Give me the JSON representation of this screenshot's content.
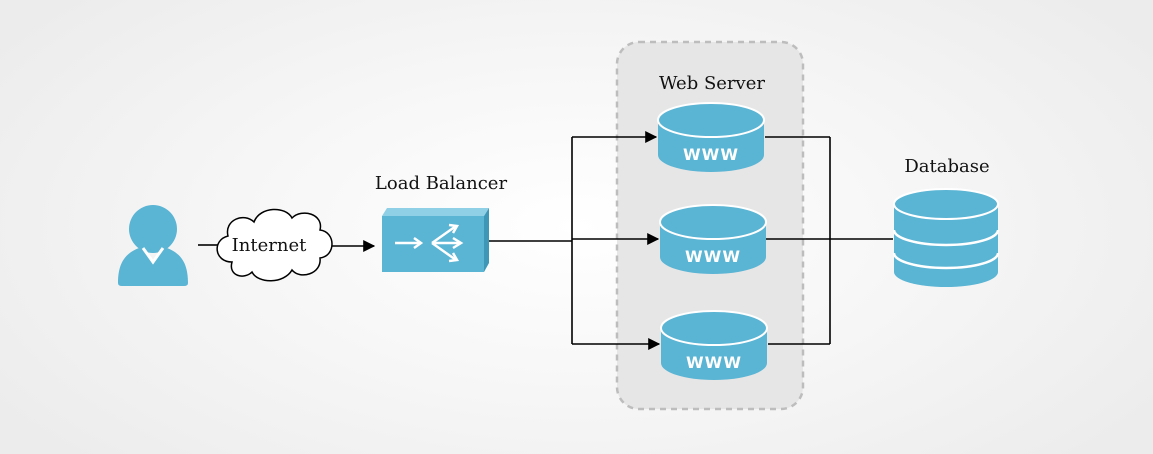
{
  "labels": {
    "internet": "Internet",
    "load_balancer": "Load Balancer",
    "web_server": "Web Server",
    "database": "Database"
  },
  "servers": [
    {
      "label": "WWW"
    },
    {
      "label": "WWW"
    },
    {
      "label": "WWW"
    }
  ],
  "colors": {
    "node_fill": "#5ab4d4",
    "node_edge": "#ffffff",
    "group_fill": "#e6e6e6",
    "group_border": "#bdbdbd"
  },
  "icons": {
    "user": "user-icon",
    "internet": "cloud-icon",
    "load_balancer": "load-balancer-icon",
    "server": "server-cylinder-icon",
    "database": "database-icon"
  }
}
